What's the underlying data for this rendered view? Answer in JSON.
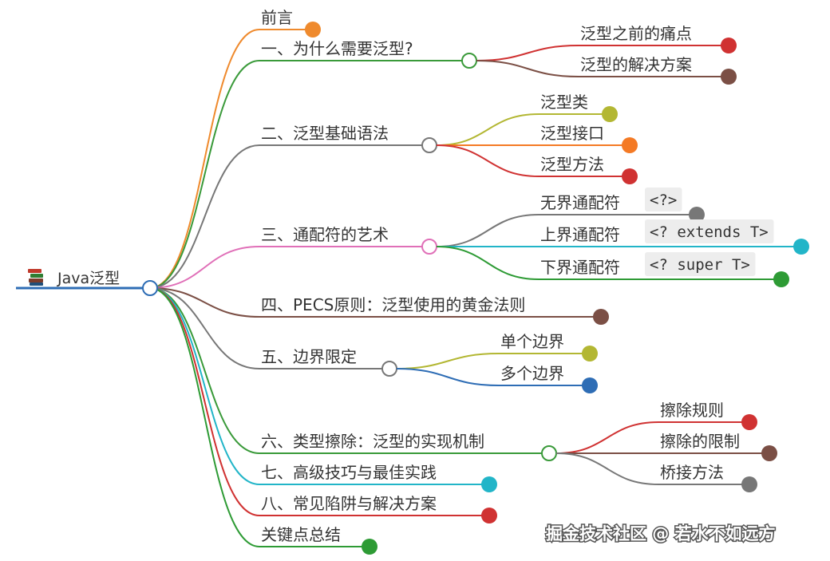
{
  "root": {
    "title": "Java泛型",
    "icon": "books-icon"
  },
  "branches": [
    {
      "label": "前言",
      "color": "#ef8a2d",
      "children": []
    },
    {
      "label": "一、为什么需要泛型?",
      "color": "#3a9a3a",
      "children": [
        {
          "label": "泛型之前的痛点",
          "color": "#d03232"
        },
        {
          "label": "泛型的解决方案",
          "color": "#7b4f45"
        }
      ]
    },
    {
      "label": "二、泛型基础语法",
      "color": "#777777",
      "children": [
        {
          "label": "泛型类",
          "color": "#b3b733"
        },
        {
          "label": "泛型接口",
          "color": "#f47a25"
        },
        {
          "label": "泛型方法",
          "color": "#d03232"
        }
      ]
    },
    {
      "label": "三、通配符的艺术",
      "color": "#e070b8",
      "children": [
        {
          "label": "无界通配符",
          "code": "<?>",
          "color": "#777777"
        },
        {
          "label": "上界通配符",
          "code": "<? extends T>",
          "color": "#22b5c8"
        },
        {
          "label": "下界通配符",
          "code": "<? super T>",
          "color": "#2e9b35"
        }
      ]
    },
    {
      "label": "四、PECS原则：泛型使用的黄金法则",
      "color": "#7b4f45",
      "children": []
    },
    {
      "label": "五、边界限定",
      "color": "#777777",
      "children": [
        {
          "label": "单个边界",
          "color": "#b3b733"
        },
        {
          "label": "多个边界",
          "color": "#2e6db5"
        }
      ]
    },
    {
      "label": "六、类型擦除：泛型的实现机制",
      "color": "#3a9a3a",
      "children": [
        {
          "label": "擦除规则",
          "color": "#d03232"
        },
        {
          "label": "擦除的限制",
          "color": "#7b4f45"
        },
        {
          "label": "桥接方法",
          "color": "#777777"
        }
      ]
    },
    {
      "label": "七、高级技巧与最佳实践",
      "color": "#22b5c8",
      "children": []
    },
    {
      "label": "八、常见陷阱与解决方案",
      "color": "#d03232",
      "children": []
    },
    {
      "label": "关键点总结",
      "color": "#2e9b35",
      "children": []
    }
  ],
  "watermark": "掘金技术社区 @ 若水不如远方",
  "root_color": "#2e6db5"
}
